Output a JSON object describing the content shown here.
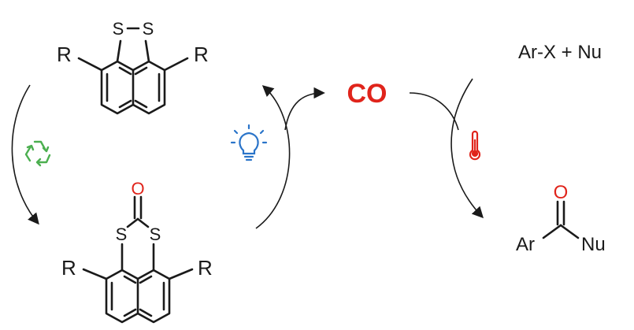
{
  "labels": {
    "sulfur": "S",
    "r_group": "R",
    "oxygen": "O",
    "carbon_monoxide": "CO",
    "reagents": "Ar-X + Nu",
    "aryl": "Ar",
    "nucleophile": "Nu"
  },
  "colors": {
    "ink": "#1a1a1a",
    "co_red": "#e0241b",
    "oxygen_red": "#e0241b",
    "recycle_green": "#4caf50",
    "light_blue": "#2a74c9",
    "thermo_red": "#e0241b"
  },
  "icons": [
    "recycle-icon",
    "lightbulb-icon",
    "thermometer-icon"
  ]
}
